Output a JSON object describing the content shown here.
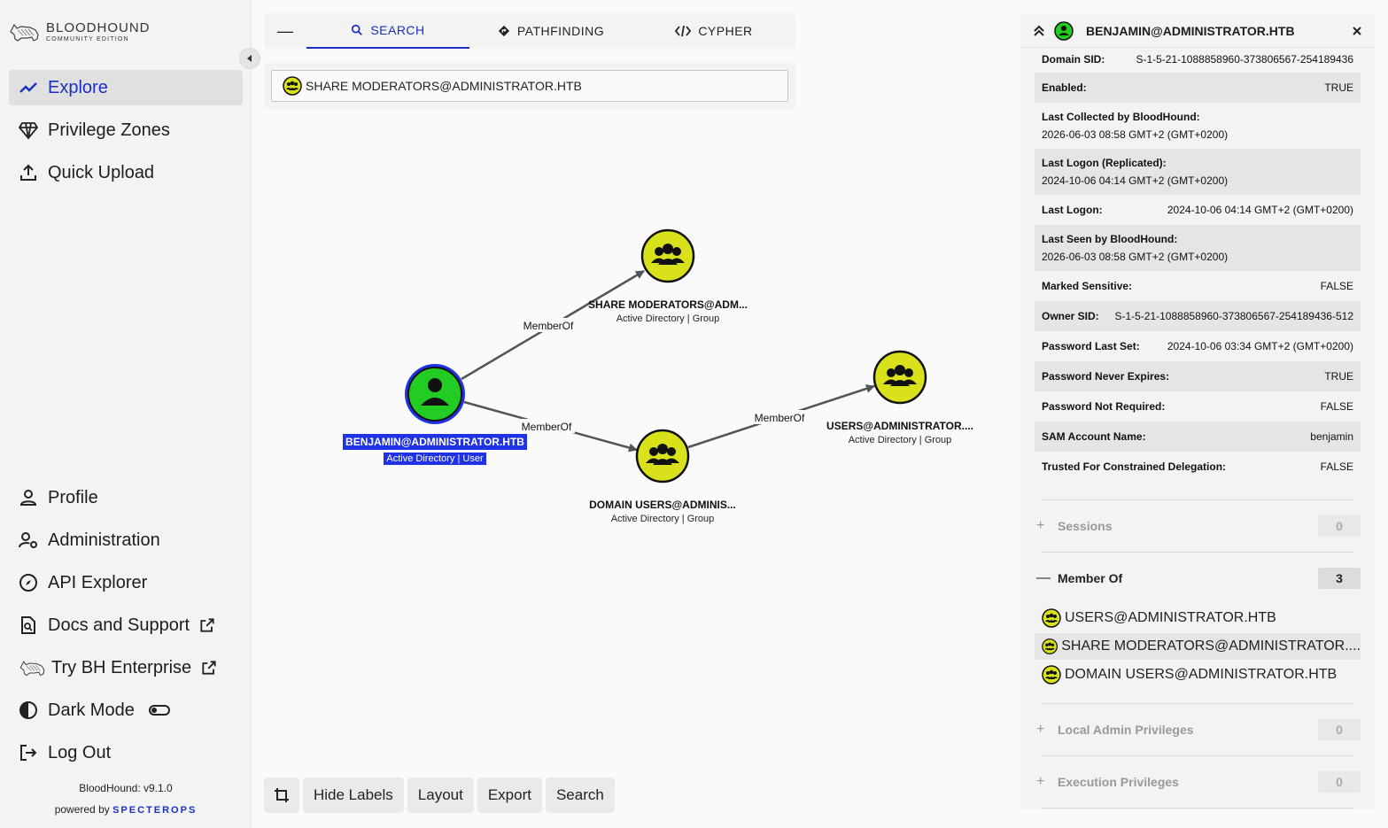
{
  "app": {
    "logo_title": "BLOODHOUND",
    "logo_subtitle": "COMMUNITY EDITION",
    "version": "BloodHound: v9.1.0",
    "powered_by": "powered by",
    "powered_brand": "SPECTEROPS"
  },
  "nav": {
    "explore": "Explore",
    "privilege_zones": "Privilege Zones",
    "quick_upload": "Quick Upload",
    "profile": "Profile",
    "administration": "Administration",
    "api_explorer": "API Explorer",
    "docs_support": "Docs and Support",
    "try_enterprise": "Try BH Enterprise",
    "dark_mode": "Dark Mode",
    "log_out": "Log Out"
  },
  "search": {
    "tabs": {
      "search": "SEARCH",
      "pathfinding": "PATHFINDING",
      "cypher": "CYPHER"
    },
    "query": "SHARE MODERATORS@ADMINISTRATOR.HTB"
  },
  "graph": {
    "nodes": {
      "benjamin": {
        "name": "BENJAMIN@ADMINISTRATOR.HTB",
        "kind": "Active Directory | User"
      },
      "share_moderators": {
        "name": "SHARE MODERATORS@ADM...",
        "kind": "Active Directory | Group"
      },
      "domain_users": {
        "name": "DOMAIN USERS@ADMINIS...",
        "kind": "Active Directory | Group"
      },
      "users": {
        "name": "USERS@ADMINISTRATOR....",
        "kind": "Active Directory | Group"
      }
    },
    "edges": {
      "e1": "MemberOf",
      "e2": "MemberOf",
      "e3": "MemberOf"
    },
    "colors": {
      "user": "#22cc22",
      "group": "#d9e11a",
      "selected_ring": "#1f32e5"
    }
  },
  "toolbar": {
    "hide_labels": "Hide Labels",
    "layout": "Layout",
    "export": "Export",
    "search": "Search"
  },
  "panel": {
    "title": "BENJAMIN@ADMINISTRATOR.HTB",
    "properties": [
      {
        "key": "Domain SID:",
        "value": "S-1-5-21-1088858960-373806567-254189436"
      },
      {
        "key": "Enabled:",
        "value": "TRUE"
      },
      {
        "key": "Last Collected by BloodHound:",
        "value": "2026-06-03 08:58 GMT+2 (GMT+0200)"
      },
      {
        "key": "Last Logon (Replicated):",
        "value": "2024-10-06 04:14 GMT+2 (GMT+0200)"
      },
      {
        "key": "Last Logon:",
        "value": "2024-10-06 04:14 GMT+2 (GMT+0200)"
      },
      {
        "key": "Last Seen by BloodHound:",
        "value": "2026-06-03 08:58 GMT+2 (GMT+0200)"
      },
      {
        "key": "Marked Sensitive:",
        "value": "FALSE"
      },
      {
        "key": "Owner SID:",
        "value": "S-1-5-21-1088858960-373806567-254189436-512"
      },
      {
        "key": "Password Last Set:",
        "value": "2024-10-06 03:34 GMT+2 (GMT+0200)"
      },
      {
        "key": "Password Never Expires:",
        "value": "TRUE"
      },
      {
        "key": "Password Not Required:",
        "value": "FALSE"
      },
      {
        "key": "SAM Account Name:",
        "value": "benjamin"
      },
      {
        "key": "Trusted For Constrained Delegation:",
        "value": "FALSE"
      }
    ],
    "sections": {
      "sessions": {
        "label": "Sessions",
        "count": "0"
      },
      "member_of": {
        "label": "Member Of",
        "count": "3"
      },
      "local_admin": {
        "label": "Local Admin Privileges",
        "count": "0"
      },
      "execution": {
        "label": "Execution Privileges",
        "count": "0"
      }
    },
    "member_of_items": [
      "USERS@ADMINISTRATOR.HTB",
      "SHARE MODERATORS@ADMINISTRATOR....",
      "DOMAIN USERS@ADMINISTRATOR.HTB"
    ]
  }
}
